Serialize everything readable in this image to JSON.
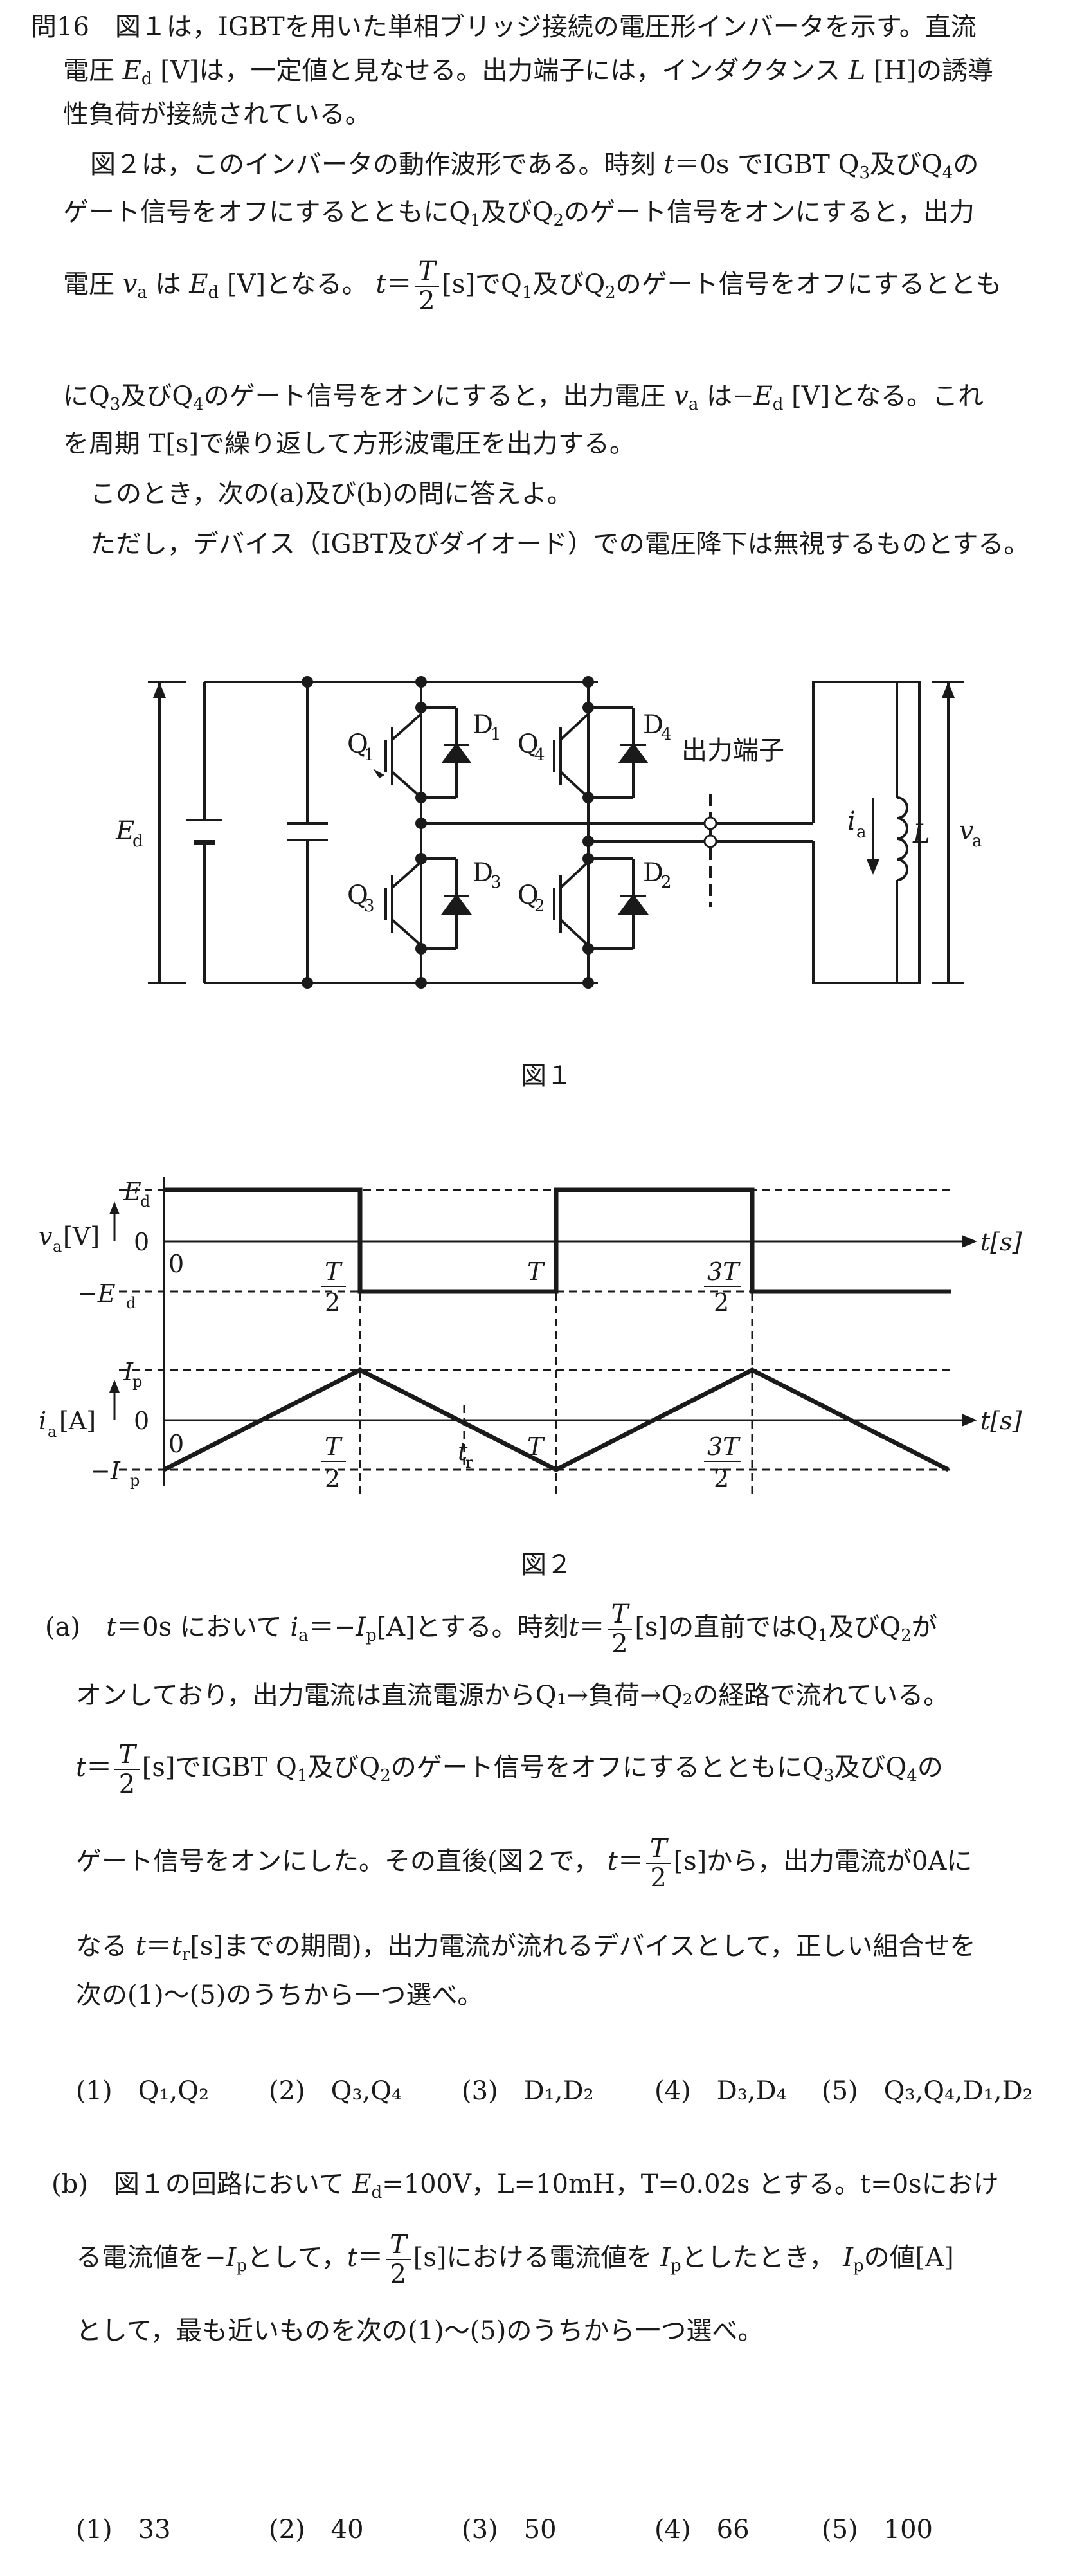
{
  "problem": {
    "num": "問16",
    "p1a": "図１は，IGBTを用いた単相ブリッジ接続の電圧形インバータを示す。直流",
    "p1b": "[V]は，一定値と見なせる。出力端子には，インダクタンス",
    "p1c": "[H]の誘導",
    "p1d": "性負荷が接続されている。",
    "p2a": "図２は，このインバータの動作波形である。時刻",
    "p2b": "でIGBT Q",
    "p2c": "のゲート信号をオフにするとともに",
    "p2d": "のゲート信号をオンにすると，出力",
    "p3a": "電圧",
    "p3b": "[V]となる。",
    "p3c": "[s]でQ",
    "p3d": "のゲート信号をオフにするととも",
    "p4a": "にQ",
    "p4b": "のゲート信号をオンにすると，出力電圧",
    "p4c": "[V]となる。これ",
    "p5": "を周期 T[s]で繰り返して方形波電圧を出力する。",
    "p6": "このとき，次の(a)及び(b)の問に答えよ。",
    "p7": "ただし，デバイス（IGBT及びダイオード）での電圧降下は無視するものとする。"
  },
  "fig1": {
    "caption": "図１",
    "labels": {
      "Q1": "Q",
      "D1": "D",
      "Q4": "Q",
      "D4": "D",
      "Q3": "Q",
      "D3": "D",
      "Q2": "Q",
      "D2": "D",
      "out": "出力端子",
      "Ed": "E",
      "ia": "i",
      "L": "L",
      "va": "v"
    }
  },
  "fig2": {
    "caption": "図２",
    "va_label": "v",
    "va_unit": "[V]",
    "ia_label": "i",
    "ia_unit": "[A]",
    "Ed": "E",
    "mEd": "−E",
    "Ip": "I",
    "mIp": "−I",
    "zero": "0",
    "origin": "0",
    "T": "T",
    "T2num": "T",
    "T2den": "2",
    "T32num": "3T",
    "T32den": "2",
    "tr": "t",
    "tunit": "t[s]"
  },
  "chart_data": [
    {
      "type": "line",
      "series": [
        {
          "name": "v",
          "values": [
            [
              "0",
              "Ed"
            ],
            [
              "T/2",
              "Ed"
            ],
            [
              "T/2",
              "-Ed"
            ],
            [
              "T",
              "-Ed"
            ],
            [
              "T",
              "Ed"
            ],
            [
              "3T/2",
              "Ed"
            ],
            [
              "3T/2",
              "-Ed"
            ]
          ]
        }
      ]
    },
    {
      "type": "line",
      "series": [
        {
          "name": "i",
          "values": [
            [
              "0",
              "-Ip"
            ],
            [
              "T/2",
              "Ip"
            ],
            [
              "T",
              "-Ip"
            ],
            [
              "3T/2",
              "Ip"
            ],
            [
              "2T",
              "-Ip"
            ]
          ]
        }
      ]
    }
  ],
  "qa": {
    "a_label": "(a)",
    "a1a": "において",
    "a1b": "[A]とする。時刻",
    "a1c": "[s]の直前ではQ",
    "a1d": "がオンしており，出力電流は直流電源からQ",
    "a2": "オンしており，出力電流は直流電源からQ₁→負荷→Q₂の経路で流れている。",
    "a3a": "[s]でIGBT Q",
    "a3b": "のゲート信号をオフにするとともにQ",
    "a3c": "の",
    "a4a": "ゲート信号をオンにした。その直後(図２で，",
    "a4b": "[s]から，出力電流が0Aに",
    "a5a": "なる",
    "a5b": "[s]までの期間)，出力電流が流れるデバイスとして，正しい組合せを",
    "a6": "次の(1)～(5)のうちから一つ選べ。",
    "a_choices": [
      "(1)　Q₁,Q₂",
      "(2)　Q₃,Q₄",
      "(3)　D₁,D₂",
      "(4)　D₃,D₄",
      "(5)　Q₃,Q₄,D₁,D₂"
    ],
    "b_label": "(b)",
    "b1a": "図１の回路において",
    "b1b": "=100V，L=10mH，T=0.02s とする。t=0sにおけ",
    "b2a": "る電流値を",
    "b2b": "として，",
    "b2c": "[s]における電流値を",
    "b2d": "としたとき，",
    "b2e": "の値[A]",
    "b3": "として，最も近いものを次の(1)～(5)のうちから一つ選べ。",
    "b_choices": [
      "(1)　33",
      "(2)　40",
      "(3)　50",
      "(4)　66",
      "(5)　100"
    ]
  }
}
